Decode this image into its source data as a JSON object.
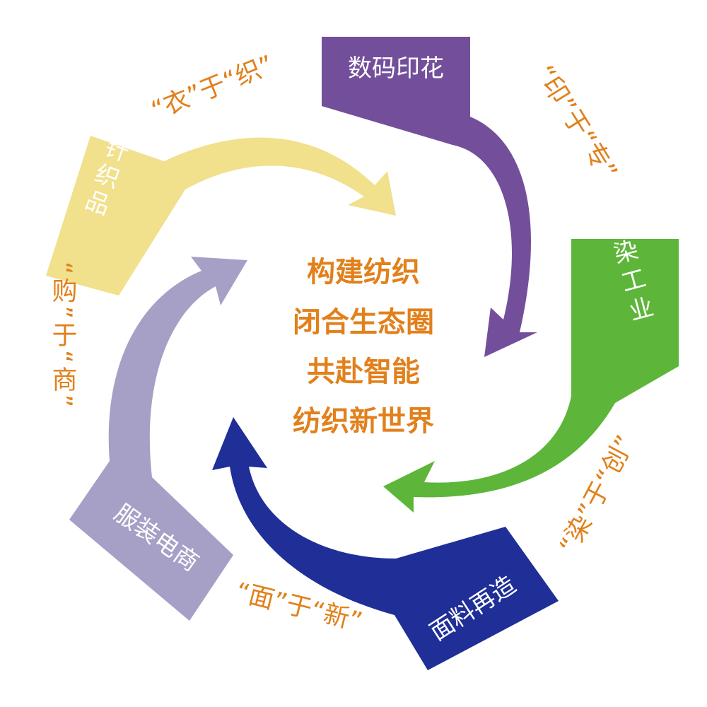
{
  "center": {
    "lines": [
      "构建纺织",
      "闭合生态圈",
      "共赴智能",
      "纺织新世界"
    ]
  },
  "stages": {
    "digital_printing": "数码印花",
    "dyeing_industry": "印染工业",
    "fabric_rebuild": "面料再造",
    "apparel_ecommerce": "服装电商",
    "knitwear": "针织品"
  },
  "slogans": {
    "print": "“印”于“专”",
    "dye": "“染”于“创”",
    "fabric": "“面”于“新”",
    "buy": "“购”于“商”",
    "wear": "“衣”于“织”"
  },
  "colors": {
    "digital_printing": "#734f9b",
    "dyeing_industry": "#5db639",
    "fabric_rebuild": "#1f2f97",
    "apparel_ecommerce": "#a69fc6",
    "knitwear": "#f1e08c",
    "text_accent": "#e2801b"
  }
}
